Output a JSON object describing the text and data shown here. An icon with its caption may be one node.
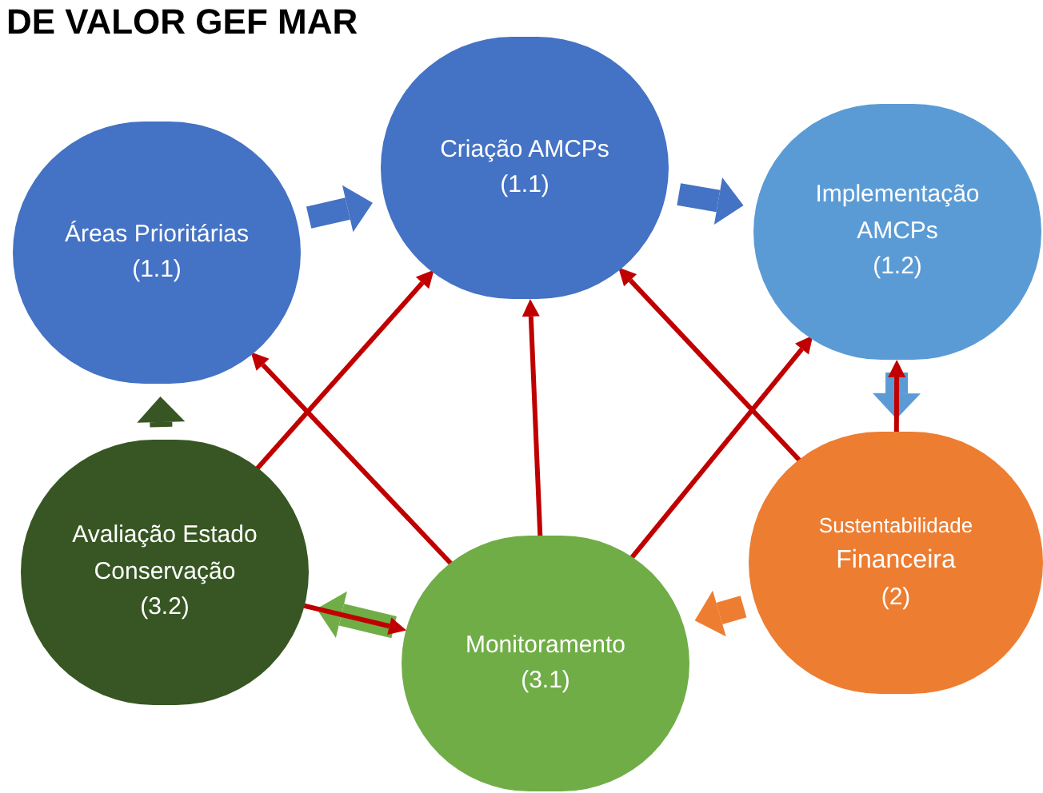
{
  "diagram": {
    "title": "DE VALOR GEF MAR",
    "nodes": [
      {
        "text": [
          "Áreas Prioritárias",
          "(1.1)"
        ]
      },
      {
        "text": [
          "Criação AMCPs",
          "(1.1)"
        ]
      },
      {
        "text": [
          "Implementação AMCPs",
          "(1.2)"
        ]
      },
      {
        "text": [
          "Avaliação Estado Conservação",
          "(3.2)"
        ]
      },
      {
        "text": [
          "Monitoramento",
          "(3.1)"
        ]
      },
      {
        "text": [
          "Sustentabilidade",
          "Financeira",
          "(2)"
        ]
      }
    ],
    "edges": [
      {
        "from": 0,
        "to": 1,
        "arrow": "to",
        "style": "thick",
        "color": "#4472c4"
      },
      {
        "from": 1,
        "to": 2,
        "arrow": "to",
        "style": "thick",
        "color": "#4472c4"
      },
      {
        "from": 2,
        "to": 5,
        "arrow": "to",
        "style": "thick",
        "color": "#5b9bd5"
      },
      {
        "from": 5,
        "to": 4,
        "arrow": "to",
        "style": "thick",
        "color": "#ed7d31"
      },
      {
        "from": 4,
        "to": 3,
        "arrow": "to",
        "style": "thick",
        "color": "#70ad47"
      },
      {
        "from": 3,
        "to": 0,
        "arrow": "to",
        "style": "thick",
        "color": "#375623"
      },
      {
        "from": 3,
        "to": 1,
        "arrow": "to"
      },
      {
        "from": 4,
        "to": 0,
        "arrow": "to"
      },
      {
        "from": 3,
        "to": 4,
        "arrow": "to"
      },
      {
        "from": 4,
        "to": 1,
        "arrow": "to"
      },
      {
        "from": 4,
        "to": 2,
        "arrow": "to"
      },
      {
        "from": 5,
        "to": 1,
        "arrow": "to"
      },
      {
        "from": 5,
        "to": 2,
        "arrow": "to"
      }
    ]
  }
}
